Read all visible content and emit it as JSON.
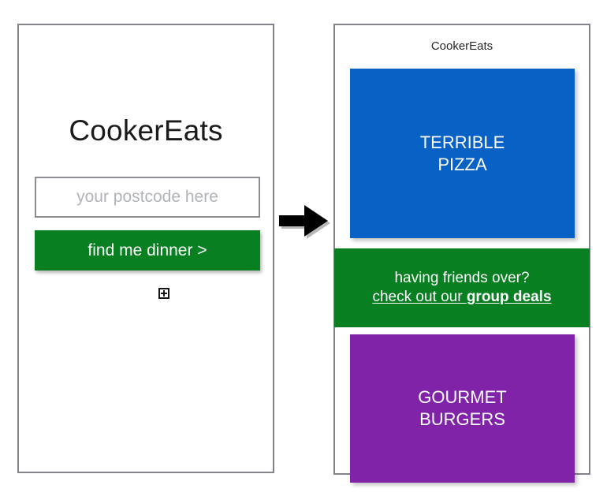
{
  "left_mockup": {
    "name": "wireframe-start-screen",
    "brand_title": "CookerEats",
    "postcode_input": {
      "placeholder": "your postcode here",
      "value": ""
    },
    "cta_button_label": "find me dinner >",
    "cursor_icon": "crosshair-box-cursor"
  },
  "flow": {
    "arrow_icon": "right-arrow-icon",
    "arrow_color": "#000000"
  },
  "right_mockup": {
    "name": "rendered-results-screen",
    "app_header": "CookerEats",
    "cards": [
      {
        "id": "pizza",
        "line1": "TERRIBLE",
        "line2": "PIZZA",
        "color": "#0861C5"
      },
      {
        "id": "burgers",
        "line1": "GOURMET",
        "line2": "BURGERS",
        "color": "#8123A8"
      }
    ],
    "banner": {
      "id": "group-deals",
      "line1": "having friends over?",
      "line2_prefix": "check out our ",
      "line2_emphasis": "group deals",
      "color": "#088021"
    }
  },
  "theme": {
    "panel_border": "#808489",
    "accent_green": "#088021",
    "accent_blue": "#0861C5",
    "accent_purple": "#8123A8",
    "placeholder_grey": "#b0b3b8",
    "page_background": "#ffffff"
  }
}
